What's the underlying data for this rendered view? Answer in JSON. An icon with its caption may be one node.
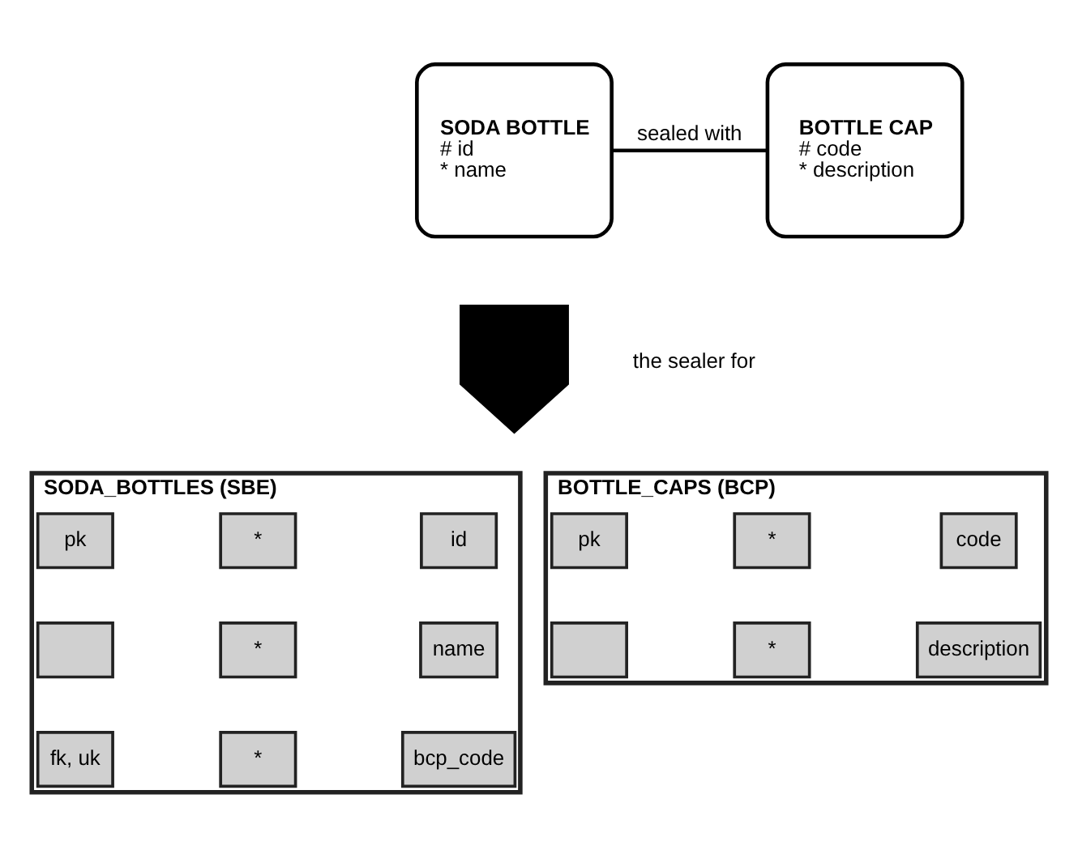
{
  "diagram": {
    "nodes": [
      {
        "text": [
          "SODA BOTTLE",
          "# id",
          "* name"
        ]
      },
      {
        "text": [
          "BOTTLE CAP",
          "# code",
          "* description"
        ]
      },
      {
        "text": [],
        "shape": "arrow"
      },
      {
        "text": [
          "SODA_BOTTLES (SBE)"
        ]
      },
      {
        "text": [
          "pk"
        ],
        "in": 3
      },
      {
        "text": [
          "*"
        ],
        "in": 3
      },
      {
        "text": [
          "id"
        ],
        "in": 3
      },
      {
        "text": [],
        "shape": "box",
        "in": 3
      },
      {
        "text": [
          "*"
        ],
        "in": 3
      },
      {
        "text": [
          "name"
        ],
        "in": 3
      },
      {
        "text": [
          "fk, uk"
        ],
        "in": 3
      },
      {
        "text": [
          "*"
        ],
        "in": 3
      },
      {
        "text": [
          "bcp_code"
        ],
        "in": 3
      },
      {
        "text": [
          "BOTTLE_CAPS (BCP)"
        ]
      },
      {
        "text": [
          "pk"
        ],
        "in": 13
      },
      {
        "text": [
          "*"
        ],
        "in": 13
      },
      {
        "text": [
          "code"
        ],
        "in": 13
      },
      {
        "text": [],
        "shape": "box",
        "in": 13
      },
      {
        "text": [
          "*"
        ],
        "in": 13
      },
      {
        "text": [
          "description"
        ],
        "in": 13
      }
    ],
    "edges": [
      {
        "from": 0,
        "to": 1,
        "arrow": "none",
        "label": "sealed with"
      }
    ],
    "labels": [
      "the sealer for"
    ]
  }
}
